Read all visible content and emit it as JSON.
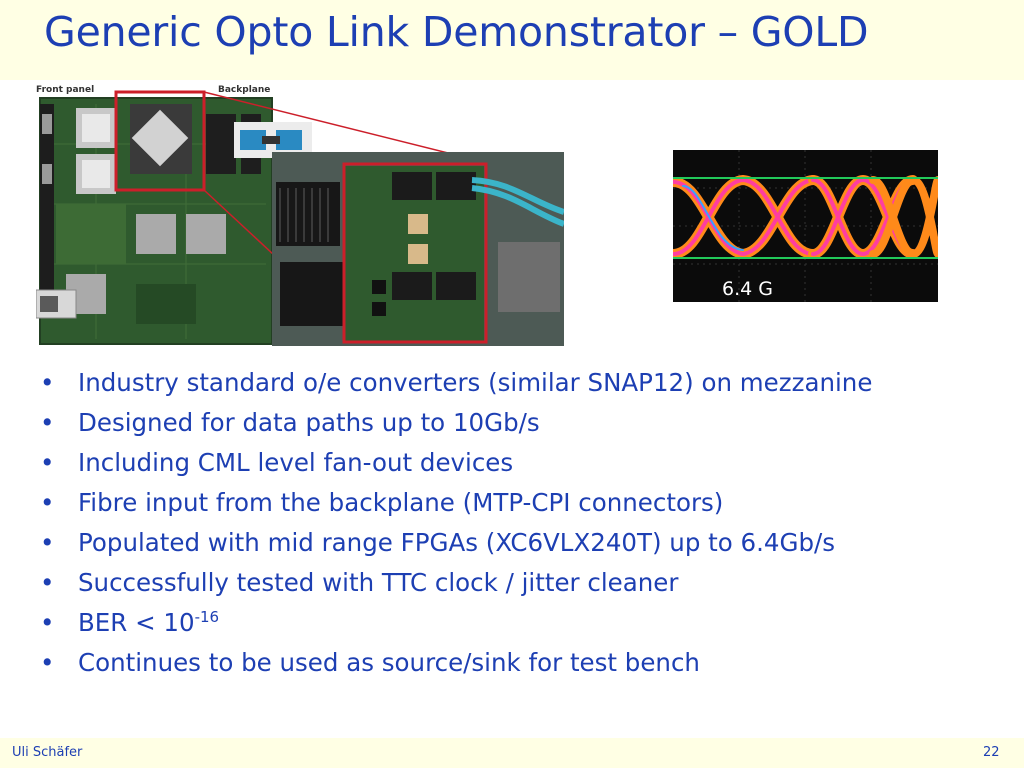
{
  "slide": {
    "title": "Generic Opto Link Demonstrator – GOLD"
  },
  "photo": {
    "front_panel_label": "Front panel",
    "backplane_label": "Backplane"
  },
  "eye_diagram": {
    "label": "6.4 G"
  },
  "bullets": [
    "Industry standard o/e converters (similar SNAP12) on mezzanine",
    "Designed for data paths up to 10Gb/s",
    "Including CML level fan-out devices",
    "Fibre input from the backplane (MTP-CPI connectors)",
    "Populated with mid range FPGAs (XC6VLX240T) up to 6.4Gb/s",
    "Successfully tested with TTC clock / jitter cleaner",
    {
      "base": "BER < 10",
      "exponent": "-16"
    },
    "Continues to be used as source/sink for test bench"
  ],
  "bullet_glyph": "•",
  "footer": {
    "author": "Uli Schäfer",
    "page_number": "22"
  },
  "colors": {
    "title_text": "#1d3fb3",
    "header_background": "#ffffe4",
    "pcb_green": "#2f5a2e",
    "highlight_box": "#cc1f2a",
    "eye_background": "#0b0b0b"
  }
}
